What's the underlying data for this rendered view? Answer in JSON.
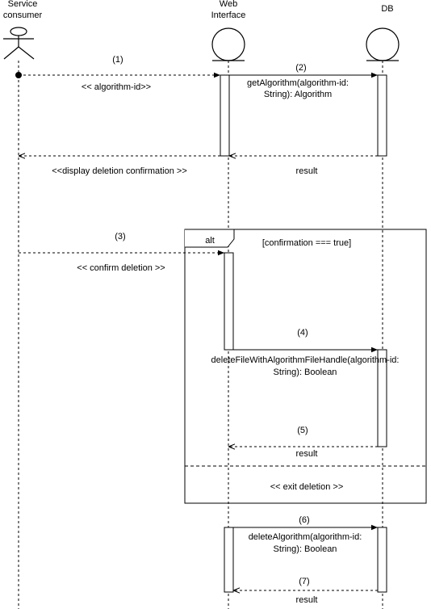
{
  "participants": {
    "consumer": {
      "line1": "Service",
      "line2": "consumer"
    },
    "web": {
      "line1": "Web",
      "line2": "Interface"
    },
    "db": {
      "line1": "DB"
    }
  },
  "messages": {
    "m1": {
      "number": "(1)",
      "text": "<< algorithm-id>>"
    },
    "m2": {
      "number": "(2)",
      "line1": "getAlgorithm(algorithm-id:",
      "line2": "String): Algorithm"
    },
    "r_db": {
      "text": "result"
    },
    "r_web": {
      "text": "<<display deletion confirmation >>"
    },
    "m3": {
      "number": "(3)",
      "text": "<< confirm deletion >>"
    },
    "m4": {
      "number": "(4)",
      "line1": "deleteFileWithAlgorithmFileHandle(algorithm-id:",
      "line2": "String): Boolean"
    },
    "m5": {
      "number": "(5)",
      "text": "result"
    },
    "m6": {
      "number": "(6)",
      "line1": "deleteAlgorithm(algorithm-id:",
      "line2": "String): Boolean"
    },
    "m7": {
      "number": "(7)",
      "text": "result"
    }
  },
  "fragment": {
    "operator": "alt",
    "guard": "[confirmation === true]",
    "else_text": "<< exit deletion >>"
  }
}
